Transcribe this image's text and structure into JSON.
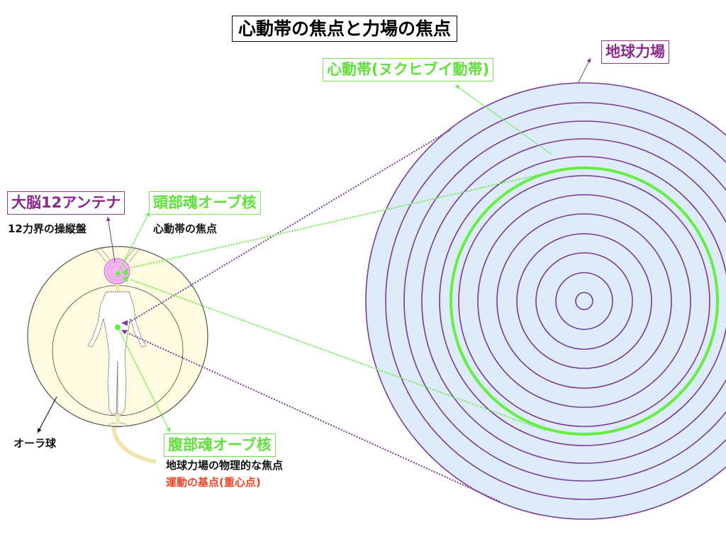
{
  "title": "心動帯の焦点と力場の焦点",
  "labels": {
    "heart_band": "心動帯(ヌクヒブイ動帯)",
    "earth_field": "地球力場",
    "brain_antenna": "大脳12アンテナ",
    "brain_antenna_sub": "12力界の操縦盤",
    "head_orb": "頭部魂オーブ核",
    "head_orb_sub": "心動帯の焦点",
    "aura_sphere": "オーラ球",
    "belly_orb": "腹部魂オーブ核",
    "belly_orb_sub1": "地球力場の物理的な焦点",
    "belly_orb_sub2": "運動の基点(重心点)"
  },
  "colors": {
    "purple": "#7a3a96",
    "green": "#66ee44",
    "field_fill": "#ddebfb",
    "aura_fill": "#fefbe0",
    "red": "#ee4422"
  },
  "field_rings": 13,
  "green_ring_index": 5
}
